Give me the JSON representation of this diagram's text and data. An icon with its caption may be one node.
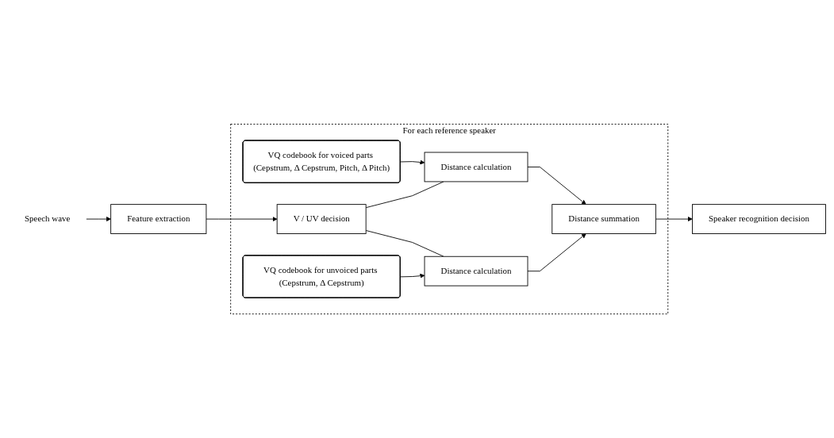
{
  "diagram": {
    "nodes": [
      {
        "text": [
          "Speech wave"
        ]
      },
      {
        "text": [
          "Feature extraction"
        ]
      },
      {
        "text": [
          "For each reference speaker"
        ]
      },
      {
        "text": [
          "VQ codebook for voiced parts (Cepstrum, Δ Cepstrum, Pitch, Δ Pitch)"
        ],
        "in": 2
      },
      {
        "text": [
          "V / UV decision"
        ],
        "in": 2
      },
      {
        "text": [
          "Distance calculation"
        ],
        "in": 2
      },
      {
        "text": [
          "Distance calculation"
        ],
        "in": 2
      },
      {
        "text": [
          "Distance summation"
        ],
        "in": 2
      },
      {
        "text": [
          "VQ codebook for unvoiced parts (Cepstrum, Δ Cepstrum)"
        ],
        "in": 2
      },
      {
        "text": [
          "Speaker recognition decision"
        ]
      }
    ],
    "edges": [
      {
        "from": 0,
        "to": 1,
        "arrow": "to"
      },
      {
        "from": 1,
        "to": 4,
        "arrow": "to"
      },
      {
        "from": 4,
        "to": 5,
        "arrow": "none"
      },
      {
        "from": 4,
        "to": 6,
        "arrow": "none"
      },
      {
        "from": 3,
        "to": 5,
        "arrow": "to"
      },
      {
        "from": 8,
        "to": 6,
        "arrow": "to"
      },
      {
        "from": 5,
        "to": 7,
        "arrow": "to"
      },
      {
        "from": 6,
        "to": 7,
        "arrow": "to"
      },
      {
        "from": 7,
        "to": 9,
        "arrow": "to"
      }
    ]
  }
}
